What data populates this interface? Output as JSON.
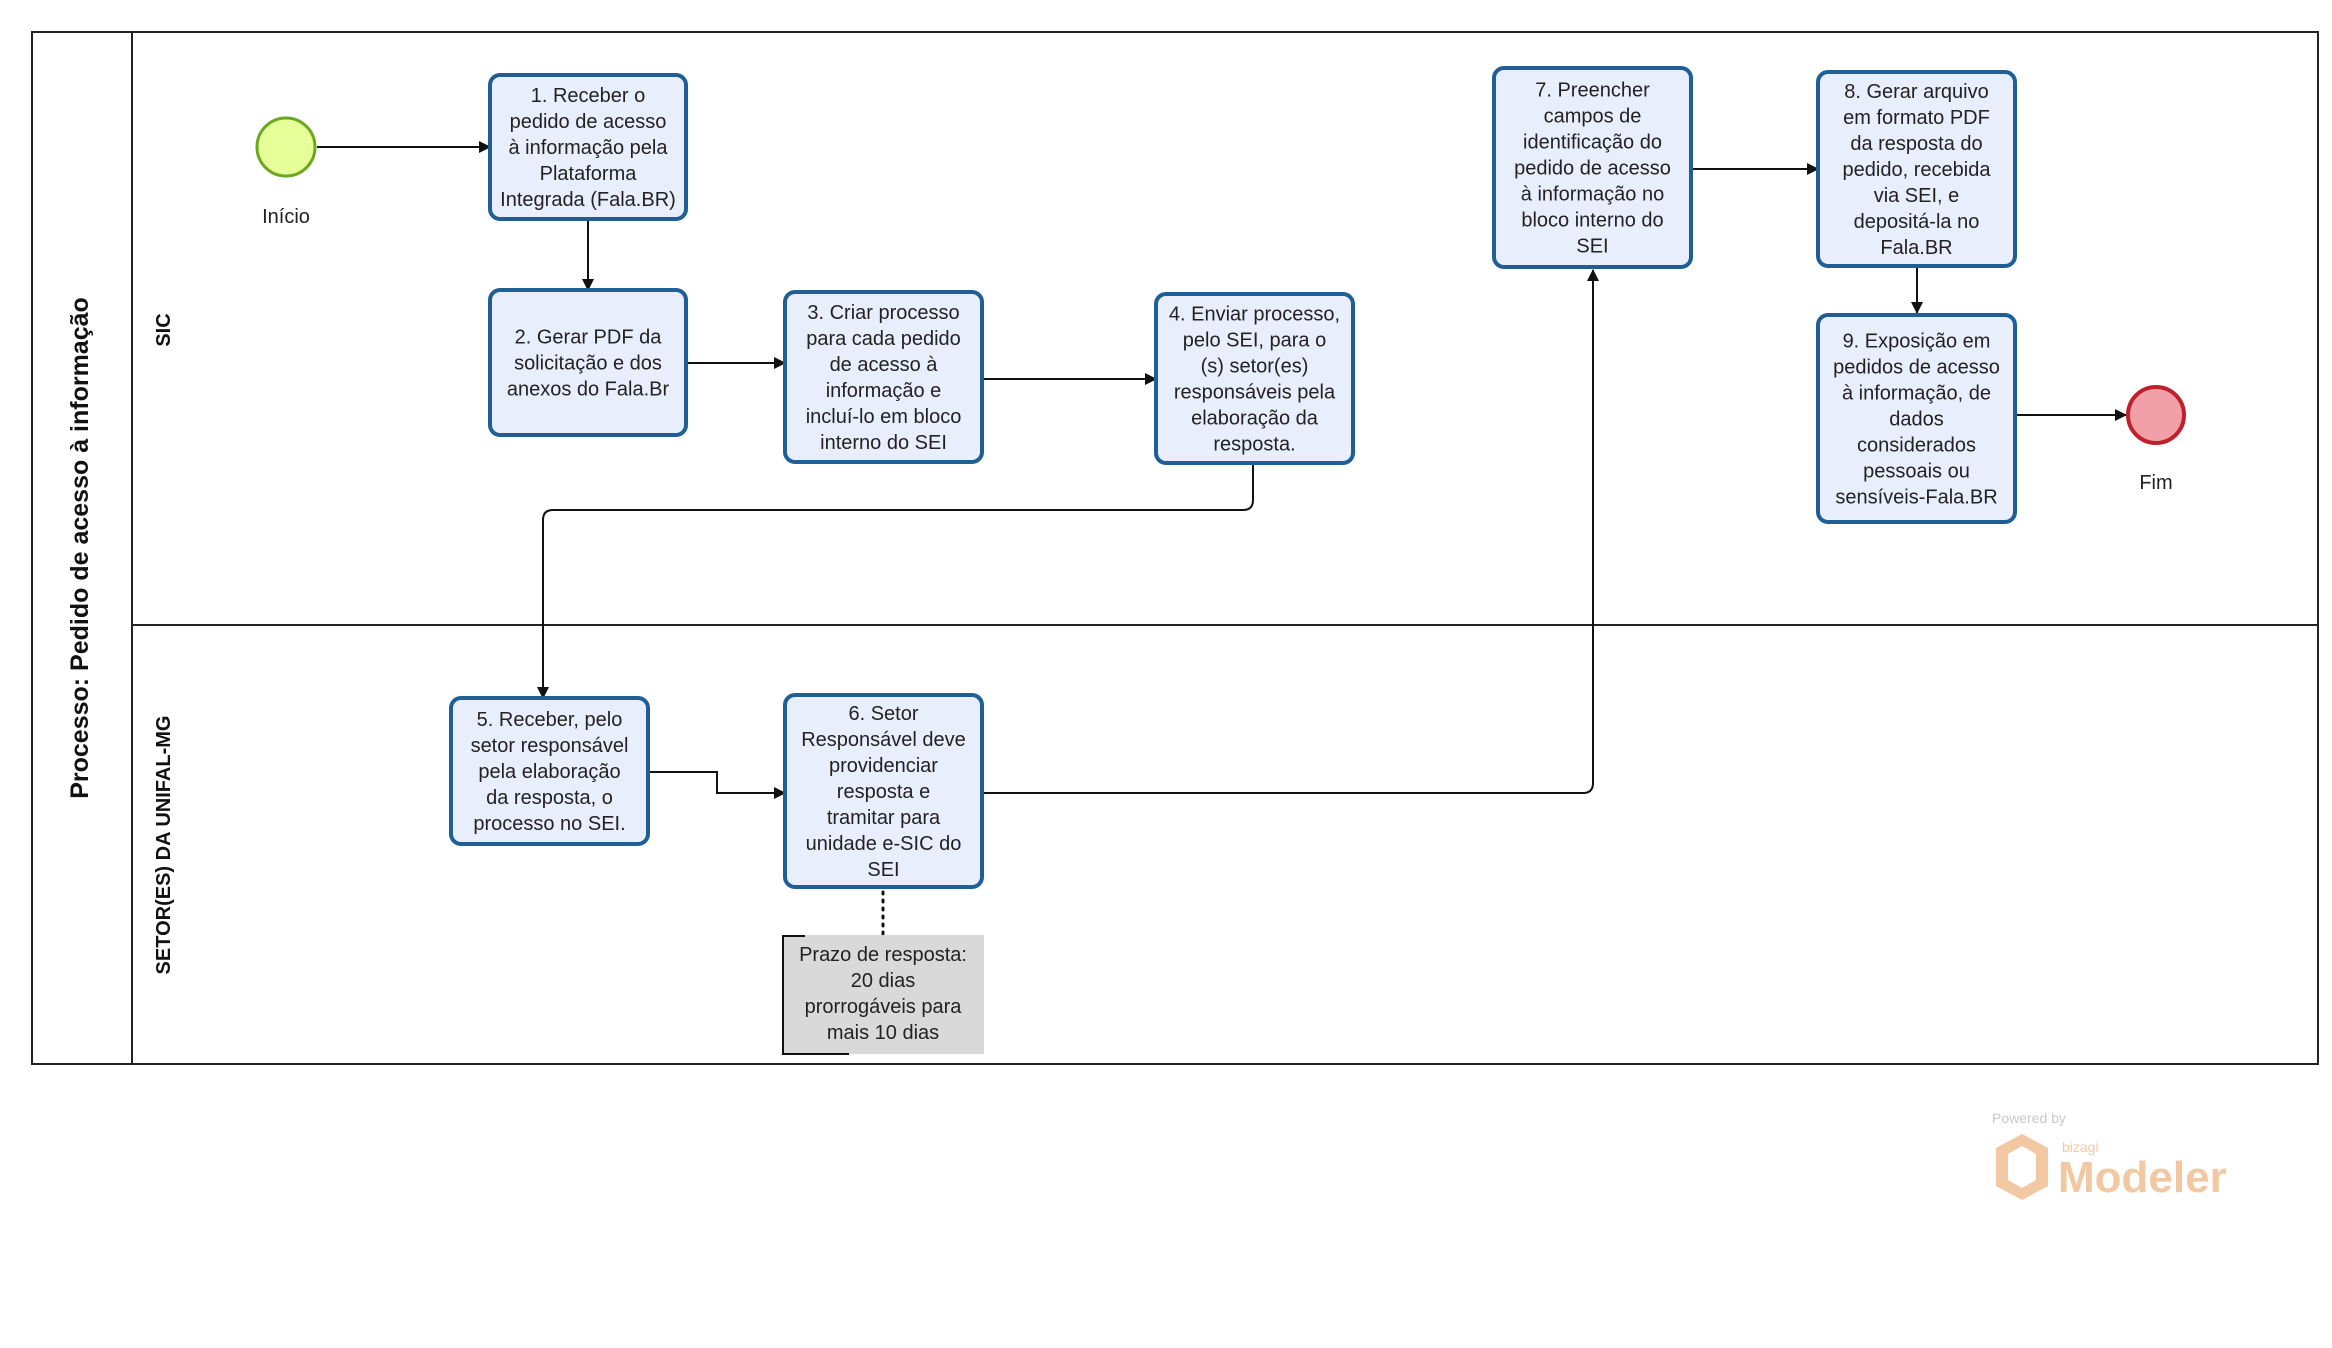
{
  "pool": {
    "title": "Processo: Pedido de acesso à informação"
  },
  "lanes": [
    {
      "id": "sic",
      "label": "SIC"
    },
    {
      "id": "setores",
      "label": "SETOR(ES) DA UNIFAL-MG"
    }
  ],
  "events": {
    "start": {
      "label": "Início",
      "color": "#e6ff99",
      "stroke": "#6aa81f"
    },
    "end": {
      "label": "Fim",
      "color": "#f2a0a8",
      "stroke": "#c0202e"
    }
  },
  "tasks": [
    {
      "id": "t1",
      "lines": [
        "1. Receber o",
        "pedido de acesso",
        "à informação pela",
        "Plataforma",
        "Integrada (Fala.BR)"
      ]
    },
    {
      "id": "t2",
      "lines": [
        "2. Gerar PDF da",
        "solicitação e dos",
        "anexos do Fala.Br"
      ]
    },
    {
      "id": "t3",
      "lines": [
        "3. Criar processo",
        "para cada pedido",
        "de acesso à",
        "informação e",
        "incluí-lo em bloco",
        "interno do SEI"
      ]
    },
    {
      "id": "t4",
      "lines": [
        "4. Enviar processo,",
        "pelo SEI, para o",
        "(s) setor(es)",
        "responsáveis pela",
        "elaboração da",
        "resposta."
      ]
    },
    {
      "id": "t5",
      "lines": [
        "5. Receber, pelo",
        "setor responsável",
        "pela elaboração",
        "da resposta, o",
        "processo no SEI."
      ]
    },
    {
      "id": "t6",
      "lines": [
        "6. Setor",
        "Responsável deve",
        "providenciar",
        "resposta e",
        "tramitar para",
        "unidade e-SIC do",
        "SEI"
      ]
    },
    {
      "id": "t7",
      "lines": [
        "7. Preencher",
        "campos de",
        "identificação do",
        "pedido de acesso",
        "à informação no",
        "bloco interno do",
        "SEI"
      ]
    },
    {
      "id": "t8",
      "lines": [
        "8. Gerar arquivo",
        "em formato PDF",
        "da resposta do",
        "pedido, recebida",
        "via SEI, e",
        "depositá-la no",
        "Fala.BR"
      ]
    },
    {
      "id": "t9",
      "lines": [
        "9. Exposição em",
        "pedidos de acesso",
        "à informação, de",
        "dados",
        "considerados",
        "pessoais ou",
        "sensíveis-Fala.BR"
      ]
    }
  ],
  "annotation": {
    "lines": [
      "Prazo de resposta:",
      "20 dias",
      "prorrogáveis para",
      "mais 10 dias"
    ]
  },
  "watermark": {
    "powered": "Powered by",
    "brand": "bizagi",
    "product": "Modeler"
  },
  "colors": {
    "task_fill": "#e8eefc",
    "task_stroke": "#1f5f96",
    "annotation_fill": "#d9d9d9",
    "line": "#111111"
  }
}
